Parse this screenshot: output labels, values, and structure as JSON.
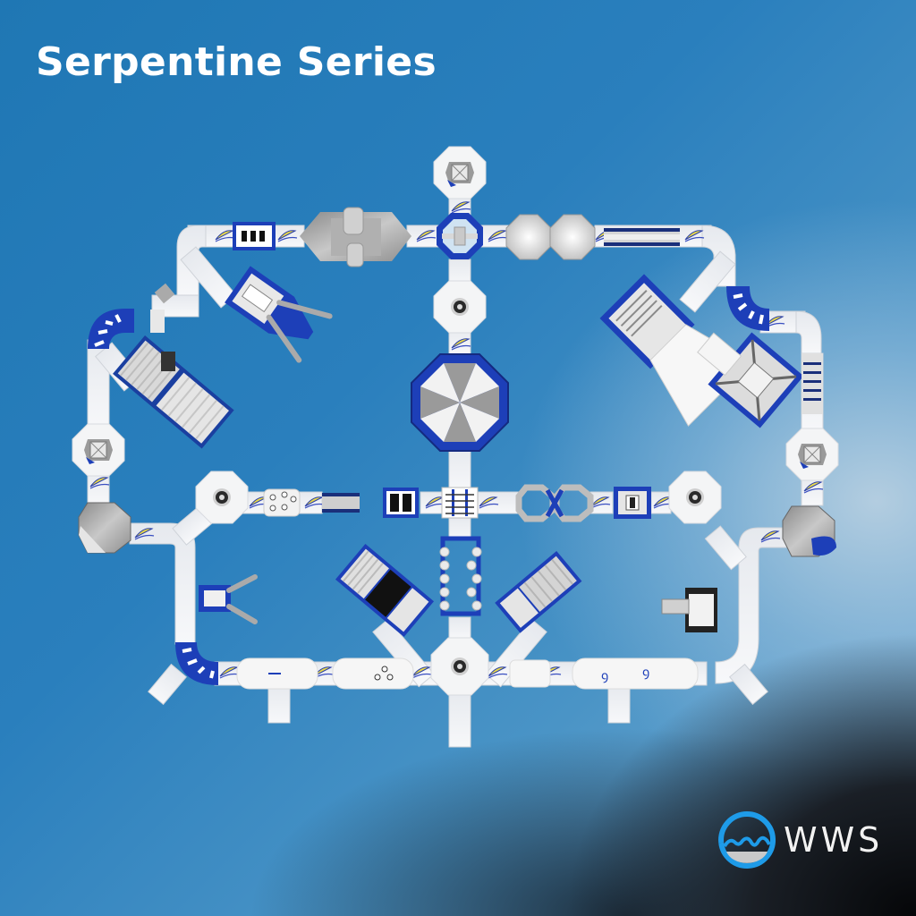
{
  "header": {
    "title": "Serpentine Series"
  },
  "brand": {
    "logo_text": "WWS",
    "logo_icon": "wave-circle-icon"
  },
  "colors": {
    "background_blue": "#1f77b4",
    "background_light": "#b3cde0",
    "background_dark": "#050608",
    "inflatable_white": "#f2f2f2",
    "inflatable_grey": "#b8b8b8",
    "inflatable_blue": "#1d3fb8",
    "accent_yellow": "#e8d84a",
    "logo_blue": "#1e9be8"
  },
  "park": {
    "description": "Aerial render of a modular inflatable water park course",
    "modules": [
      "top-tower-octagon",
      "grey-fortress-module",
      "blue-octagon-hub",
      "twin-dome-octagons",
      "central-umbrella-dome",
      "left-climbing-slide",
      "right-launch-slide",
      "right-pyramid-climber",
      "middle-obstacle-row",
      "ladder-frame-obstacle",
      "bottom-hub-octagon",
      "left-tower-octagon",
      "right-tower-octagon"
    ]
  }
}
